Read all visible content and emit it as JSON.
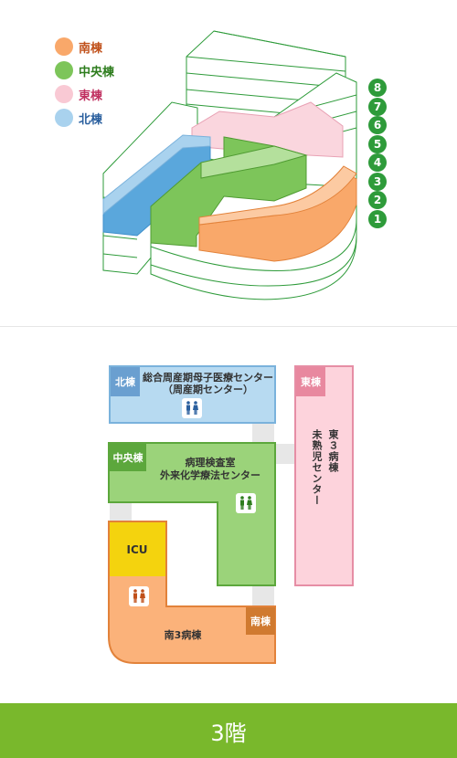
{
  "legend": [
    {
      "label": "南棟",
      "color": "#f9a86a",
      "text_color": "#c0501a"
    },
    {
      "label": "中央棟",
      "color": "#7dc55a",
      "text_color": "#2e7d1e"
    },
    {
      "label": "東棟",
      "color": "#f9c9d4",
      "text_color": "#c03060"
    },
    {
      "label": "北棟",
      "color": "#a9d2ee",
      "text_color": "#2a5f9e"
    }
  ],
  "floor_numbers": [
    "8",
    "7",
    "6",
    "5",
    "4",
    "3",
    "2",
    "1"
  ],
  "map": {
    "north": {
      "tag": "北棟",
      "title": "総合周産期母子医療センター",
      "subtitle": "（周産期センター）",
      "color": "#b7daf1",
      "border": "#7ab2dc",
      "tag_color": "#6a9fd0"
    },
    "east": {
      "tag": "東棟",
      "col1": "東３病棟",
      "col2": "未熟児センター",
      "color": "#fdd3dc",
      "border": "#e68ea5",
      "tag_color": "#e8889f"
    },
    "central": {
      "tag": "中央棟",
      "line1": "病理検査室",
      "line2": "外来化学療法センター",
      "color": "#9bd37a",
      "border": "#5ca73c",
      "tag_color": "#5ca73c"
    },
    "south": {
      "tag": "南棟",
      "label": "南3病棟",
      "icu": "ICU",
      "color": "#fbb27a",
      "border": "#e2823a",
      "tag_color": "#d07a30",
      "icu_color": "#f4d30e"
    }
  },
  "footer": {
    "floor_label": "3階"
  },
  "icons": {
    "restroom": "restroom-icon"
  }
}
